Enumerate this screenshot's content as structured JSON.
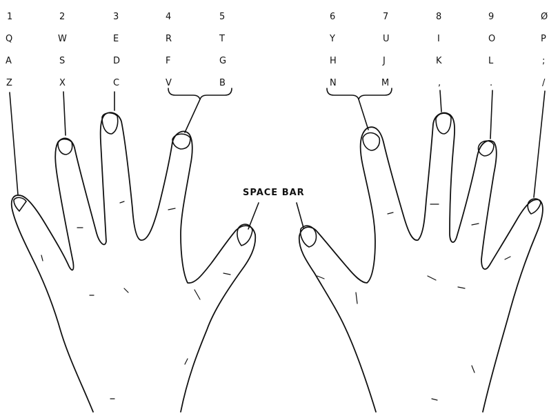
{
  "left_hand": {
    "columns": [
      {
        "keys": [
          "1",
          "Q",
          "A",
          "Z"
        ]
      },
      {
        "keys": [
          "2",
          "W",
          "S",
          "X"
        ]
      },
      {
        "keys": [
          "3",
          "E",
          "D",
          "C"
        ]
      },
      {
        "keys": [
          "4",
          "R",
          "F",
          "V"
        ]
      },
      {
        "keys": [
          "5",
          "T",
          "G",
          "B"
        ]
      }
    ]
  },
  "right_hand": {
    "columns": [
      {
        "keys": [
          "6",
          "Y",
          "H",
          "N"
        ]
      },
      {
        "keys": [
          "7",
          "U",
          "J",
          "M"
        ]
      },
      {
        "keys": [
          "8",
          "I",
          "K",
          ","
        ]
      },
      {
        "keys": [
          "9",
          "O",
          "L",
          "."
        ]
      },
      {
        "keys": [
          "Ø",
          "P",
          ";",
          "/"
        ]
      }
    ]
  },
  "space_bar_label": "SPACE BAR",
  "colors": {
    "ink": "#111111",
    "background": "#ffffff"
  }
}
